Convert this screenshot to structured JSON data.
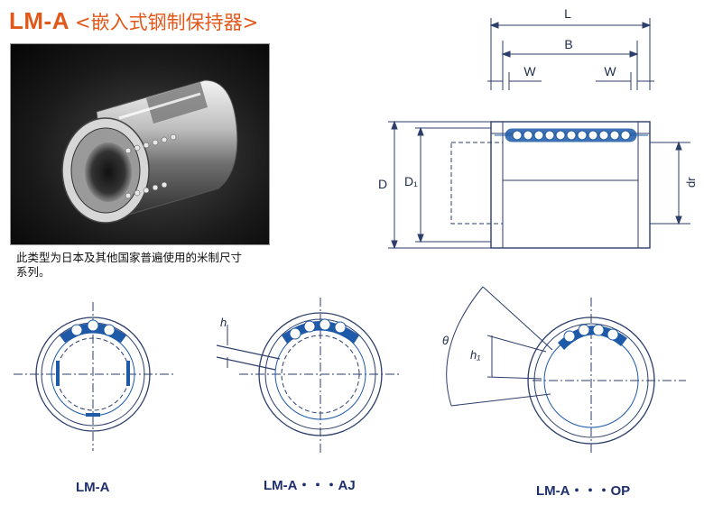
{
  "header": {
    "title_main": "LM-A",
    "title_sub": "<嵌入式钢制保持器>"
  },
  "description": "此类型为日本及其他国家普遍使用的米制尺寸系列。",
  "dimensions": {
    "L": "L",
    "B": "B",
    "W_left": "W",
    "W_right": "W",
    "D": "D",
    "D1": "D₁",
    "dr": "dr",
    "h": "h",
    "h1": "h₁",
    "theta": "θ"
  },
  "views": [
    {
      "caption": "LM-A"
    },
    {
      "caption": "LM-A・・・AJ"
    },
    {
      "caption": "LM-A・・・OP"
    }
  ],
  "colors": {
    "accent": "#e2571a",
    "line": "#2c3e6b",
    "blue": "#1e5aa8"
  }
}
